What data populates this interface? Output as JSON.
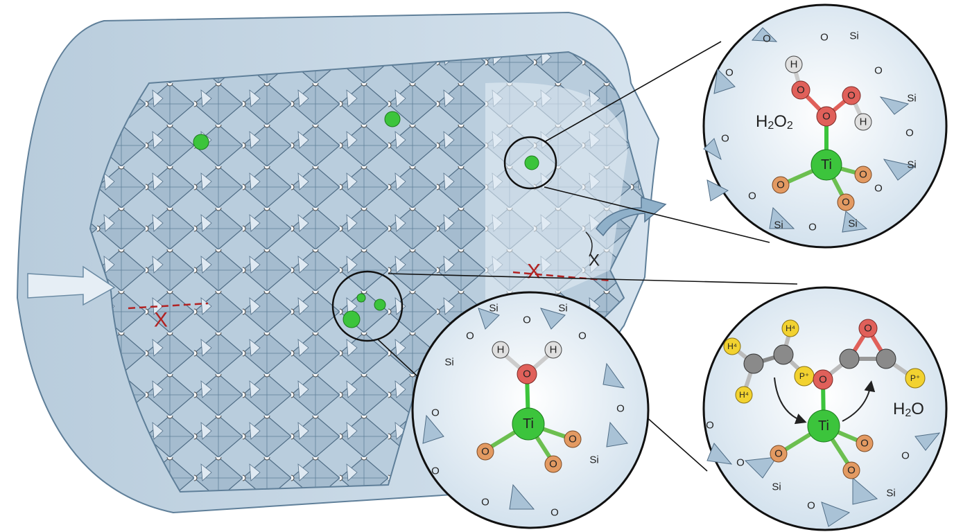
{
  "colors": {
    "crystal_fill": "#c9d9e6",
    "crystal_edge": "#5f7f99",
    "titanium": "#3cc43c",
    "oxygen_red": "#e0605a",
    "oxygen_orange": "#e39a62",
    "hydrogen": "#dddddd",
    "substituent": "#f2d230",
    "carbon": "#8a8a8a",
    "blocked_path": "#b22222"
  },
  "blocked_marker": "X",
  "inset_h2o2": {
    "formula_main": "H",
    "formula_sub1": "2",
    "formula_mid": "O",
    "formula_sub2": "2",
    "atoms": {
      "h1": "H",
      "h2": "H",
      "o1": "O",
      "o2": "O",
      "o3": "O",
      "ti": "Ti",
      "o4": "O",
      "o5": "O",
      "o6": "O"
    },
    "framework": [
      "Si",
      "Si",
      "Si",
      "Si",
      "Si",
      "O",
      "O",
      "O",
      "O",
      "O",
      "O",
      "O",
      "O",
      "O"
    ]
  },
  "inset_water": {
    "atoms": {
      "h1": "H",
      "h2": "H",
      "o1": "O",
      "ti": "Ti",
      "o2": "O",
      "o3": "O",
      "o4": "O"
    },
    "framework": [
      "Si",
      "Si",
      "Si",
      "Si",
      "O",
      "O",
      "O",
      "O",
      "O",
      "O",
      "O",
      "O"
    ]
  },
  "inset_epoxidation": {
    "formula_main": "H",
    "formula_sub": "2",
    "formula_end": "O",
    "atoms": {
      "h1": "H⁴",
      "h2": "H⁴",
      "h3": "H⁴",
      "p1": "P⁺",
      "p2": "P⁺",
      "o_bridge": "O",
      "o_epox": "O",
      "ti": "Ti",
      "o2": "O",
      "o3": "O",
      "o4": "O"
    },
    "framework": [
      "Si",
      "Si",
      "O",
      "O",
      "O",
      "O"
    ]
  }
}
